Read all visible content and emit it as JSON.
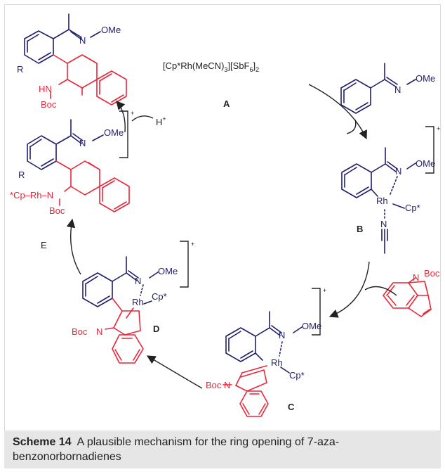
{
  "catalyst": {
    "formula_pre": "[Cp*Rh(MeCN)",
    "sub3": "3",
    "formula_mid": "][SbF",
    "sub6": "6",
    "formula_post": "]",
    "sub2": "2"
  },
  "labels": {
    "A": "A",
    "B": "B",
    "C": "C",
    "D": "D",
    "E": "E"
  },
  "atoms": {
    "N": "N",
    "OMe": "OMe",
    "Rh": "Rh",
    "Cp_star": "Cp*",
    "R": "R",
    "HN": "HN",
    "Boc": "Boc",
    "Cp_Rh": "*Cp–Rh–N",
    "Boc_N": "Boc",
    "N_letter": "N"
  },
  "proton": "H",
  "proton_charge": "+",
  "charge_plus": "+",
  "caption": {
    "label": "Scheme 14",
    "text": "A plausible mechanism for the ring opening of 7-aza-benzonorbornadienes"
  }
}
